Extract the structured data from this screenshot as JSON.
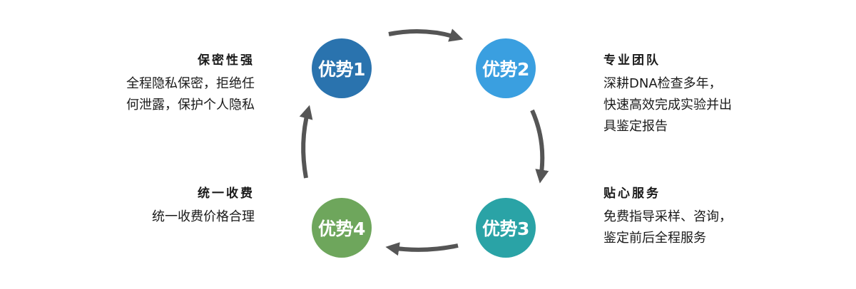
{
  "colors": {
    "advantage1": "#2a73ae",
    "advantage2": "#3a9fe0",
    "advantage3": "#2aa3a6",
    "advantage4": "#6ea65c",
    "arrow": "#555555",
    "background": "#ffffff"
  },
  "advantages": [
    {
      "badge": "优势1",
      "title": "保密性强",
      "lines": [
        "全程隐私保密，拒绝任",
        "何泄露，保护个人隐私"
      ]
    },
    {
      "badge": "优势2",
      "title": "专业团队",
      "lines": [
        "深耕DNA检查多年，",
        "快速高效完成实验并出",
        "具鉴定报告"
      ]
    },
    {
      "badge": "优势3",
      "title": "贴心服务",
      "lines": [
        "免费指导采样、咨询，",
        "鉴定前后全程服务"
      ]
    },
    {
      "badge": "优势4",
      "title": "统一收费",
      "lines": [
        "统一收费价格合理"
      ]
    }
  ]
}
